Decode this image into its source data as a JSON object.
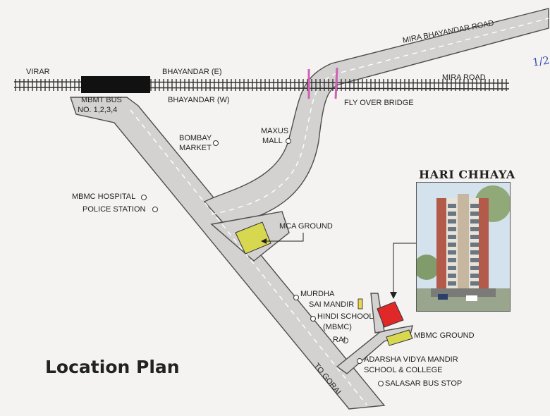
{
  "map_title": "Location Plan",
  "page_mark": "1/2",
  "colors": {
    "road": "#d3d2d1",
    "road_edge": "#4d4d4d",
    "rail": "#333333",
    "station": "#111111",
    "bridge": "#d060b8",
    "ground": "#d8d850",
    "site": "#e02828",
    "background": "#f4f3f1"
  },
  "labels": {
    "virar": "VIRAR",
    "bhayandar_e": "BHAYANDAR (E)",
    "bhayandar_w": "BHAYANDAR (W)",
    "mbmt_bus_1": "MBMT BUS",
    "mbmt_bus_2": "NO. 1,2,3,4",
    "mira_bhayandar_road": "MIRA BHAYANDAR ROAD",
    "mira_road": "MIRA ROAD",
    "fly_over_bridge": "FLY OVER BRIDGE",
    "bombay_market_1": "BOMBAY",
    "bombay_market_2": "MARKET",
    "maxus_mall_1": "MAXUS",
    "maxus_mall_2": "MALL",
    "mbmc_hospital": "MBMC HOSPITAL",
    "police_station": "POLICE STATION",
    "mca_ground": "MCA GROUND",
    "murdha": "MURDHA",
    "sai_mandir": "SAI MANDIR",
    "hindi_school": "HINDI SCHOOL",
    "mbmc_paren": "(MBMC)",
    "rai": "RAI",
    "mbmc_ground": "MBMC GROUND",
    "adarsha_1": "ADARSHA VIDYA MANDIR",
    "adarsha_2": "SCHOOL & COLLEGE",
    "salasar": "SALASAR BUS STOP",
    "to_gorai": "TO GORAI",
    "hari_chhaya": "HARI CHHAYA"
  }
}
